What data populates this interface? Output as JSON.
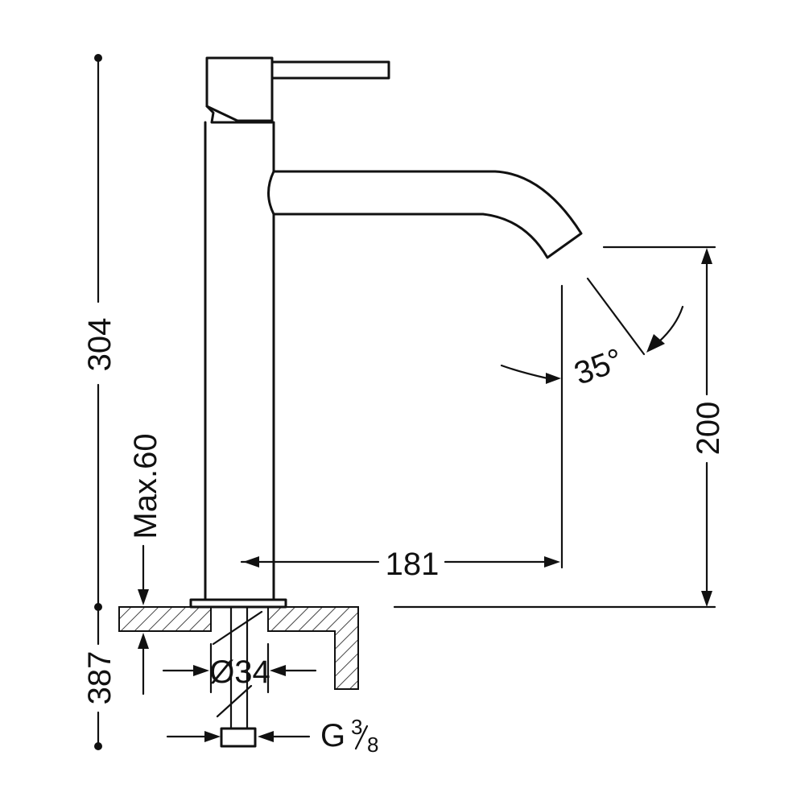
{
  "dimensions": {
    "total_height": "304",
    "spout_height": "200",
    "spout_reach": "181",
    "spout_angle": "35°",
    "max_deck_thickness": "Max.60",
    "hose_length": "387",
    "hole_diameter": "Ø34",
    "thread_prefix": "G",
    "thread_numerator": "3",
    "thread_denominator": "8"
  },
  "colors": {
    "line": "#111111",
    "background": "#ffffff"
  }
}
